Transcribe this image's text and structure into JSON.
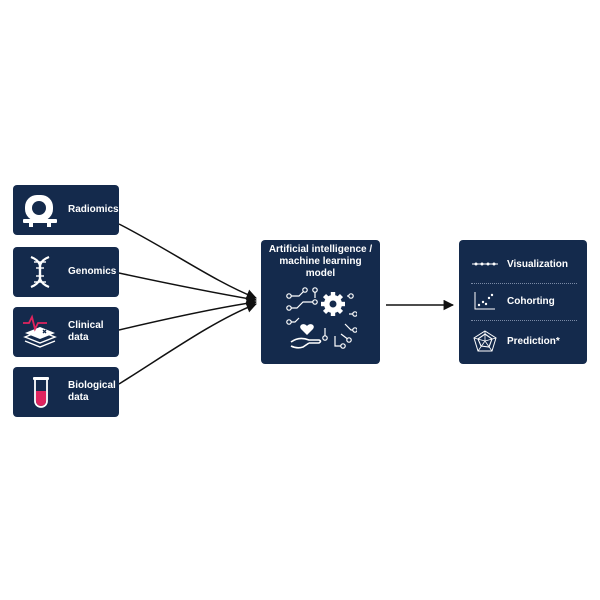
{
  "inputs": [
    {
      "label": "Radiomics",
      "icon": "ct-scanner-icon"
    },
    {
      "label": "Genomics",
      "icon": "dna-icon"
    },
    {
      "label": "Clinical\ndata",
      "icon": "clinical-records-icon"
    },
    {
      "label": "Biological\ndata",
      "icon": "test-tube-icon"
    }
  ],
  "model": {
    "title": "Artificial intelligence / machine learning model",
    "icon": "ai-network-icon"
  },
  "outputs": [
    {
      "label": "Visualization",
      "icon": "line-plot-icon"
    },
    {
      "label": "Cohorting",
      "icon": "scatter-plot-icon"
    },
    {
      "label": "Prediction*",
      "icon": "radar-chart-icon"
    }
  ],
  "colors": {
    "box_fill": "#142a4c",
    "text": "#ffffff",
    "arrow": "#111111",
    "accent_red": "#e0245e"
  }
}
